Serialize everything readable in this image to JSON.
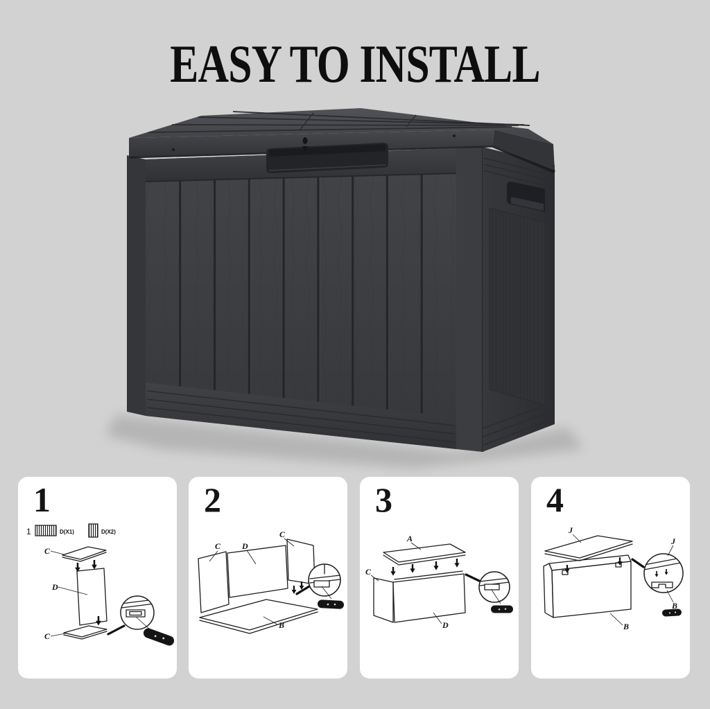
{
  "title": "EASY TO INSTALL",
  "colors": {
    "background": "#d2d2d2",
    "card": "#ffffff",
    "ink": "#1b1b1b",
    "box_base": "#3e3f43",
    "box_dark": "#2a2b2f",
    "box_light": "#4b4c51",
    "tool": "#141414"
  },
  "steps": [
    {
      "number": "1",
      "legend": {
        "index": "1",
        "part_a": "D(X1)",
        "part_b": "D(X2)"
      },
      "labels": {
        "top_panel": "C",
        "center_panel": "D",
        "bottom_panel": "C"
      }
    },
    {
      "number": "2",
      "labels": {
        "left_panel": "C",
        "back_panel": "D",
        "right_panel": "C",
        "base_panel": "B"
      }
    },
    {
      "number": "3",
      "labels": {
        "top_frame": "A",
        "side_panel": "C",
        "front_panel": "D"
      }
    },
    {
      "number": "4",
      "labels": {
        "lid": "J",
        "front_panel": "B",
        "detail_lid": "J",
        "detail_bracket": "B"
      }
    }
  ]
}
